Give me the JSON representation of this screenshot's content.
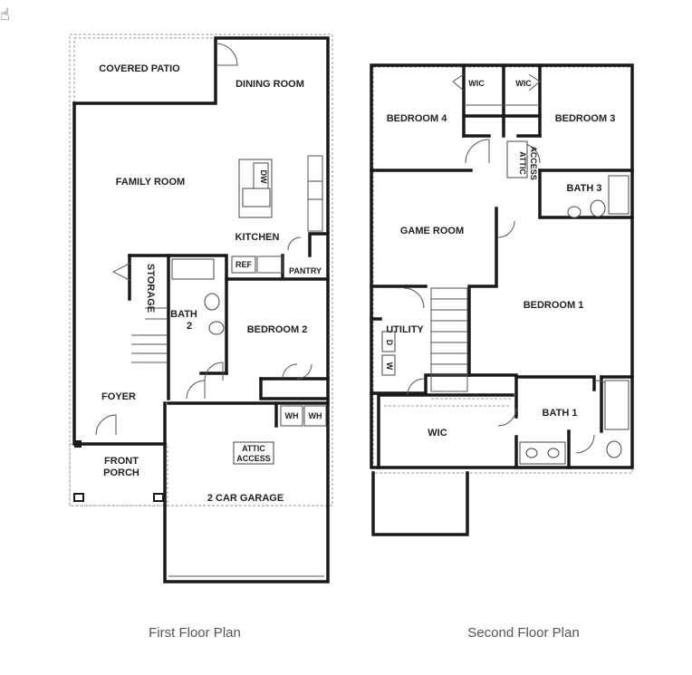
{
  "first_floor": {
    "caption": "First Floor Plan",
    "rooms": {
      "covered_patio": "COVERED PATIO",
      "dining_room": "DINING ROOM",
      "family_room": "FAMILY ROOM",
      "dw": "DW",
      "kitchen": "KITCHEN",
      "ref": "REF",
      "pantry": "PANTRY",
      "storage": "STORAGE",
      "bath2_a": "BATH",
      "bath2_b": "2",
      "bedroom2": "BEDROOM 2",
      "foyer": "FOYER",
      "wh1": "WH",
      "wh2": "WH",
      "front_porch_a": "FRONT",
      "front_porch_b": "PORCH",
      "attic_a": "ATTIC",
      "attic_b": "ACCESS",
      "garage": "2 CAR GARAGE"
    }
  },
  "second_floor": {
    "caption": "Second Floor Plan",
    "rooms": {
      "wic_left": "WIC",
      "wic_right": "WIC",
      "bedroom4": "BEDROOM 4",
      "bedroom3": "BEDROOM 3",
      "attic_a": "ATTIC",
      "attic_b": "ACCESS",
      "bath3": "BATH 3",
      "game_room": "GAME ROOM",
      "bedroom1": "BEDROOM 1",
      "utility": "UTILITY",
      "dryer": "D",
      "washer": "W",
      "wic_master": "WIC",
      "bath1": "BATH 1"
    }
  },
  "cursor_icon": "hand-pointer-icon"
}
